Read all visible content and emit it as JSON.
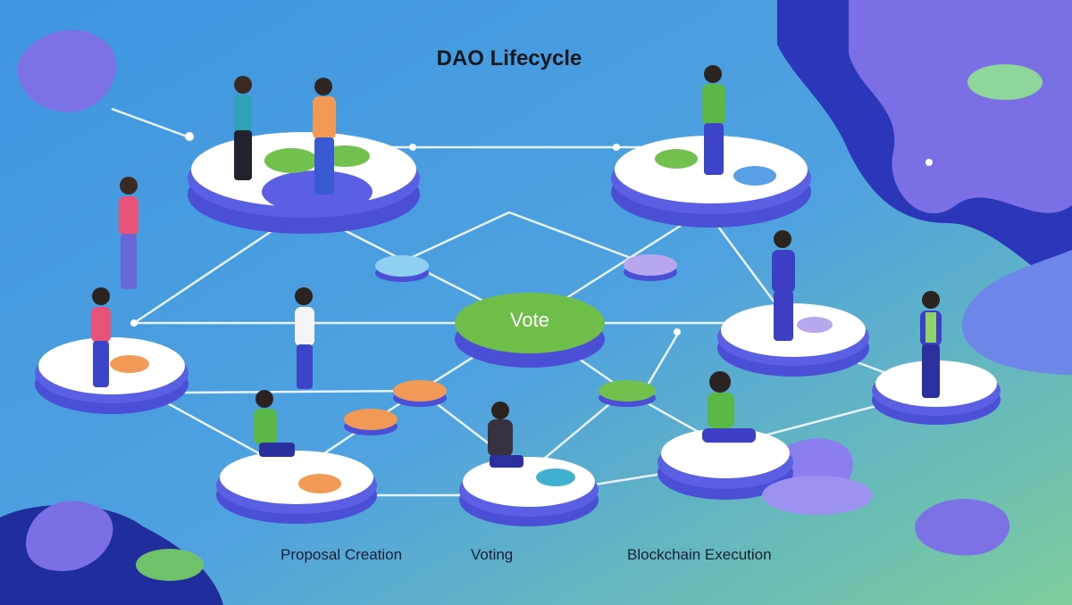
{
  "title": "DAO Lifecycle",
  "center_node": "Vote",
  "captions": {
    "left": "Proposal Creation",
    "middle": "Voting",
    "right": "Blockchain Execution"
  },
  "colors": {
    "background": "#4a9fe0",
    "platform_top": "#ffffff",
    "platform_side": "#4b4fd6",
    "vote_node": "#6fbe4a",
    "bubble_orange": "#f29a55",
    "bubble_green": "#72c04e",
    "bubble_blue": "#8fd0f2",
    "bubble_lavender": "#b8a7ee",
    "blob_dark": "#2b36b8",
    "blob_purple": "#7b6fe6"
  },
  "icons": [
    "person-figure",
    "speech-bubble",
    "connector-line",
    "decorative-blob"
  ]
}
